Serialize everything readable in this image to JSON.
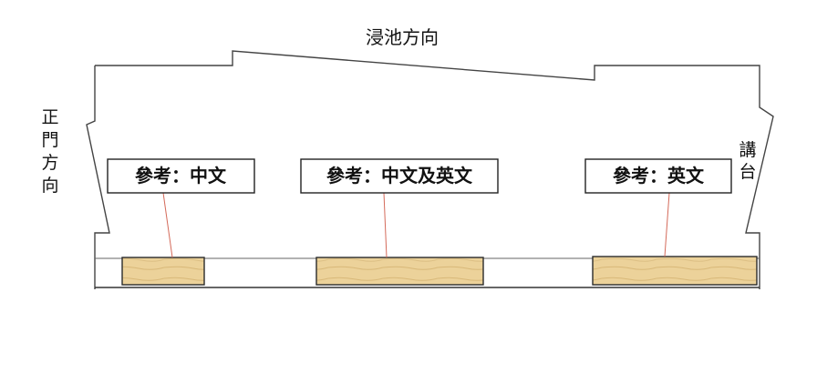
{
  "directions": {
    "top": "浸池方向",
    "left": [
      "正",
      "門",
      "方",
      "向"
    ],
    "right": [
      "講",
      "台"
    ]
  },
  "sections": [
    {
      "label": "參考：中文"
    },
    {
      "label": "參考：中文及英文"
    },
    {
      "label": "參考：英文"
    }
  ],
  "colors": {
    "outline": "#444444",
    "bench_fill": "#ecd29a",
    "bench_stroke": "#2b2b2b",
    "leader": "#d46a5a",
    "label_border": "#222222"
  }
}
